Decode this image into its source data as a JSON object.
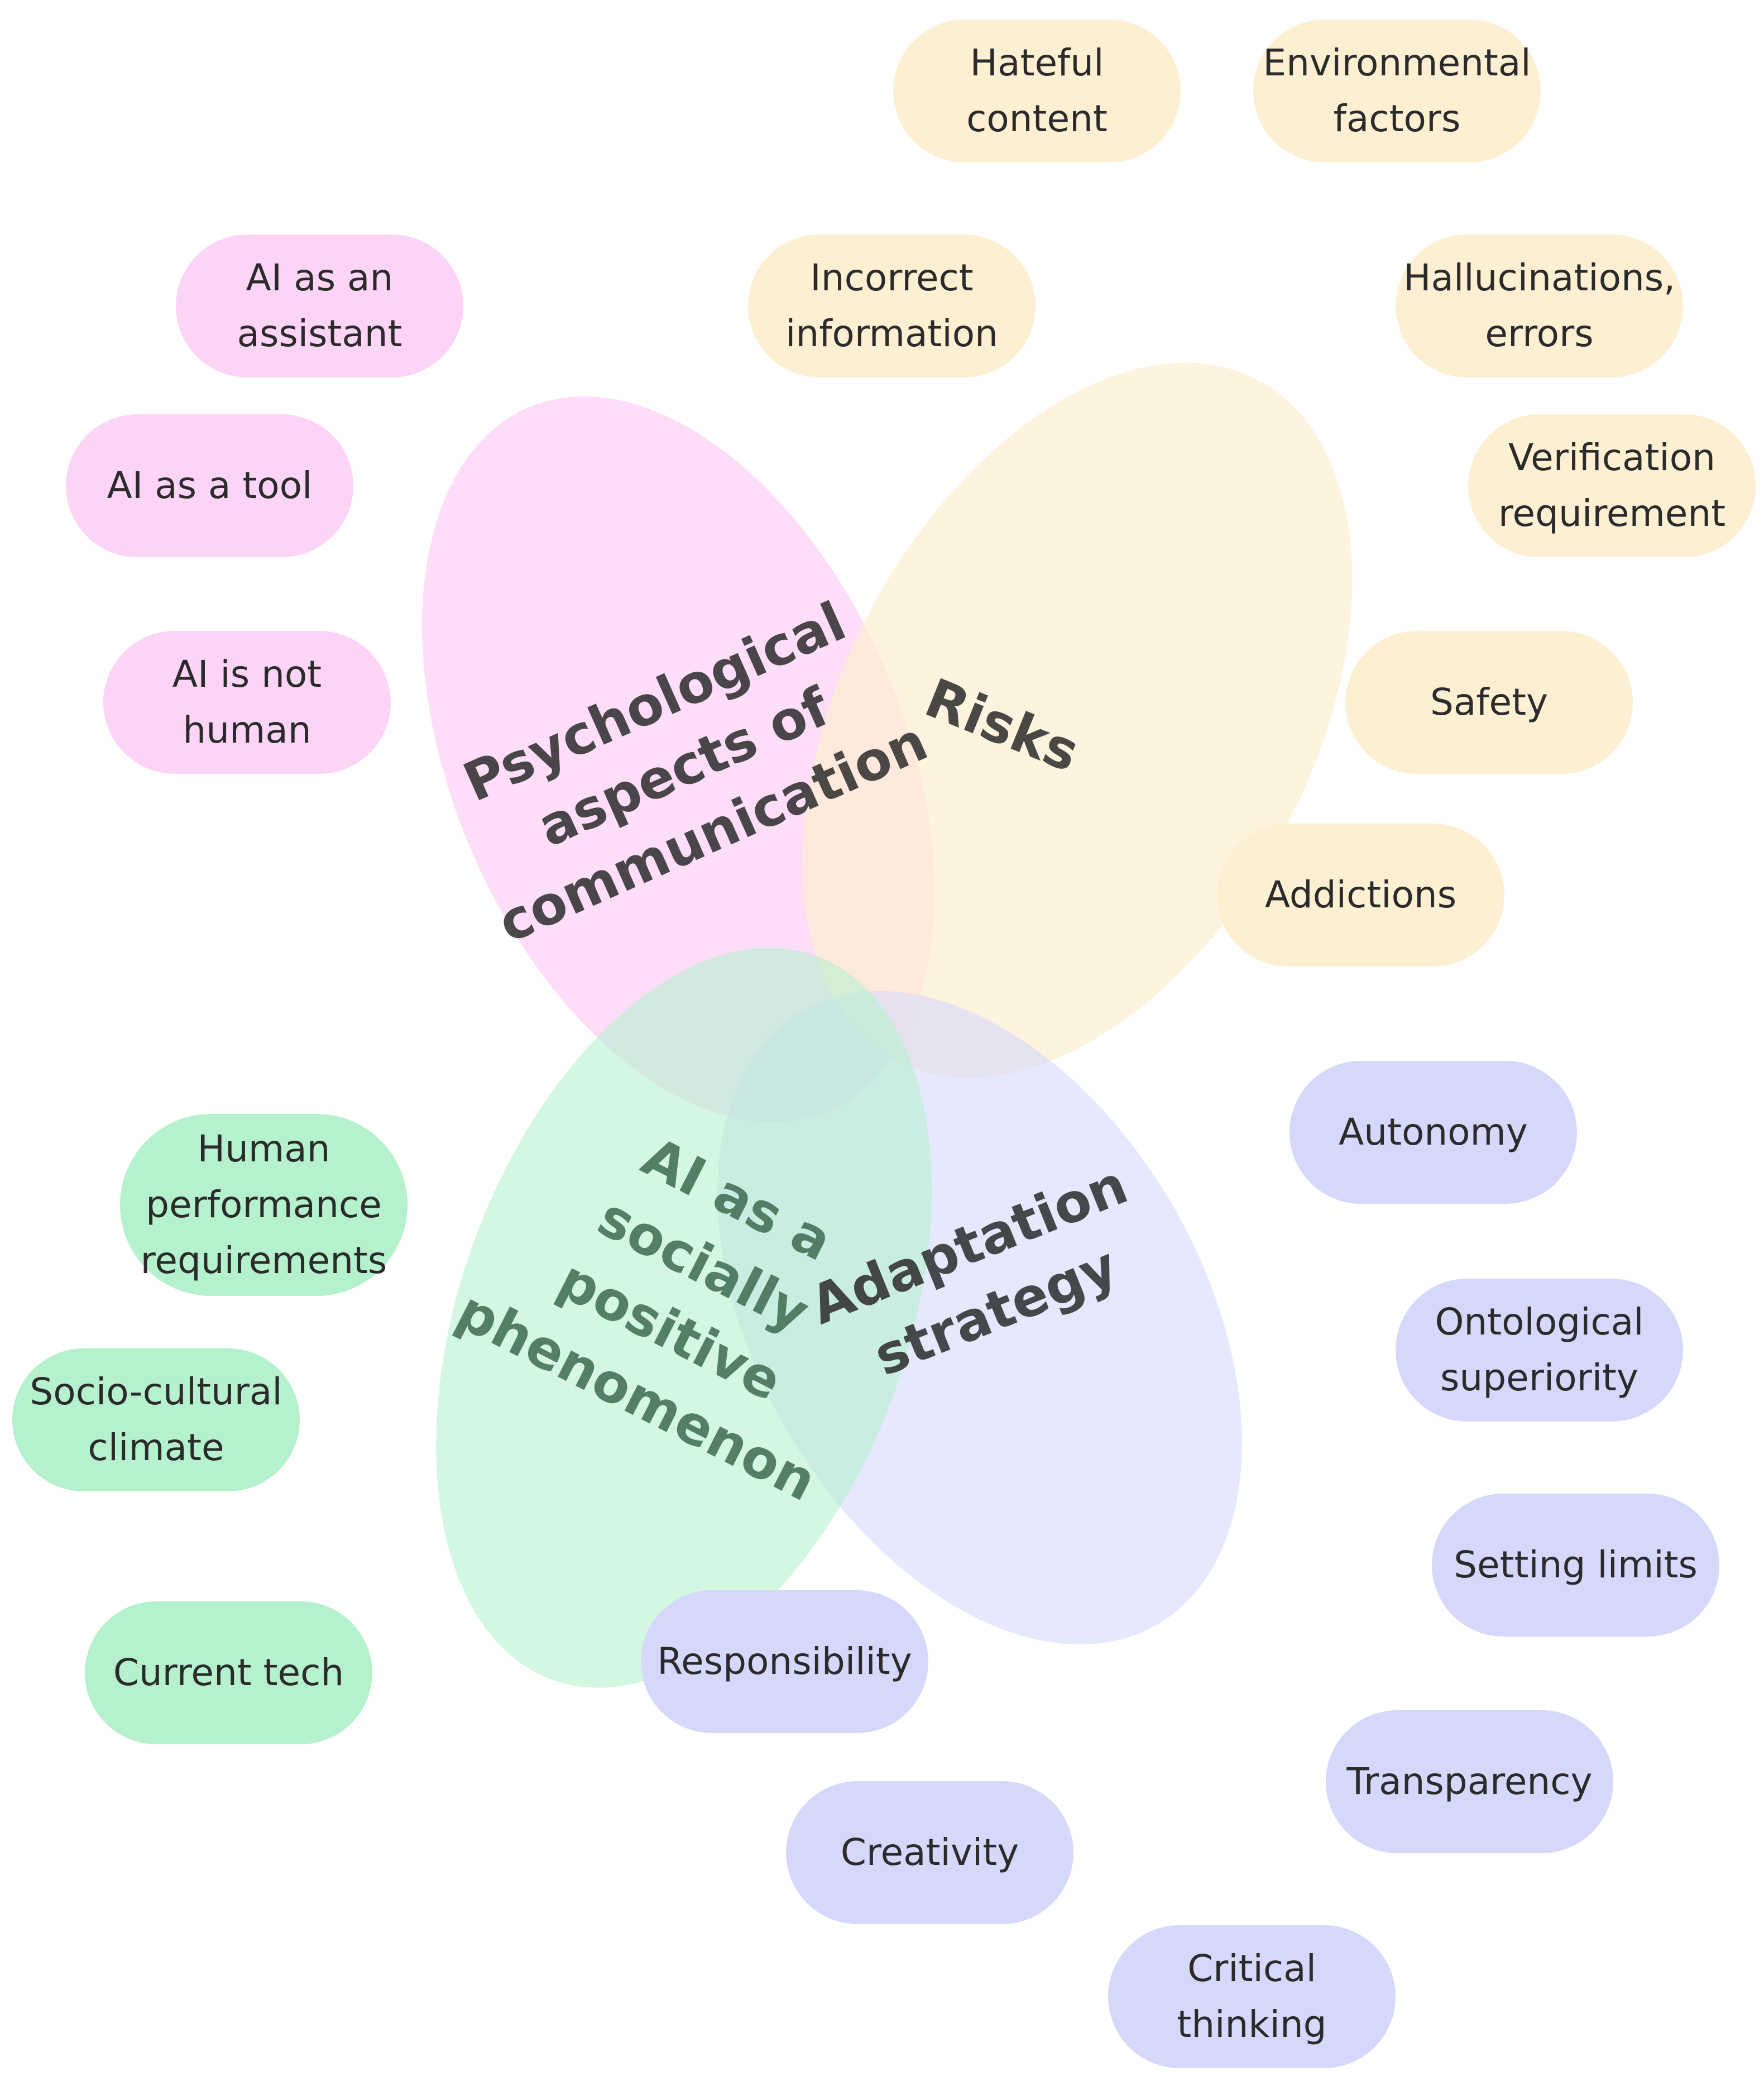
{
  "colors": {
    "psychology": "#fcd4f6",
    "risks": "#fdefd2",
    "social": "#b5f1cd",
    "adaptation": "#d6d8fb",
    "text": "#2b2b2b"
  },
  "categories": {
    "psychology": "Psychological\naspects of\ncommunication",
    "risks": "Risks",
    "social": "AI as a\nsocially\npositive\nphenomenon",
    "adaptation": "Adaptation\nstrategy"
  },
  "items": {
    "ai_as_assistant": "AI as an\nassistant",
    "ai_as_tool": "AI as a tool",
    "ai_not_human": "AI is not\nhuman",
    "hateful_content": "Hateful\ncontent",
    "environmental_factors": "Environmental\nfactors",
    "incorrect_information": "Incorrect\ninformation",
    "hallucinations": "Hallucinations,\nerrors",
    "verification": "Verification\nrequirement",
    "safety": "Safety",
    "addictions": "Addictions",
    "human_performance": "Human\nperformance\nrequirements",
    "socio_cultural": "Socio-cultural\nclimate",
    "current_tech": "Current tech",
    "autonomy": "Autonomy",
    "ontological": "Ontological\nsuperiority",
    "setting_limits": "Setting limits",
    "transparency": "Transparency",
    "responsibility": "Responsibility",
    "creativity": "Creativity",
    "critical_thinking": "Critical\nthinking"
  }
}
